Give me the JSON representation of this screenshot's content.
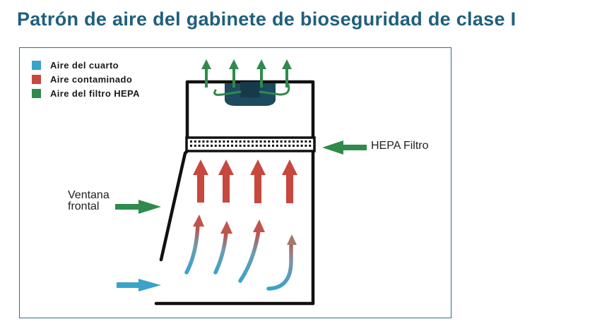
{
  "title": "Patrón de aire del gabinete de bioseguridad de clase I",
  "legend": [
    {
      "label": "Aire del cuarto",
      "color": "#3aa3c9"
    },
    {
      "label": "Aire contaminado",
      "color": "#c8473e"
    },
    {
      "label": "Aire del filtro HEPA",
      "color": "#2f8a4c"
    }
  ],
  "labels": {
    "hepa_filter": "HEPA Filtro",
    "front_window_line1": "Ventana",
    "front_window_line2": "frontal"
  },
  "colors": {
    "title": "#1f5f7d",
    "frame": "#2b6f8a",
    "room_air": "#3aa3c9",
    "contaminated_air": "#c8473e",
    "hepa_air": "#2f8a4c",
    "fan": "#1d4a5e",
    "cabinet": "#111111"
  }
}
